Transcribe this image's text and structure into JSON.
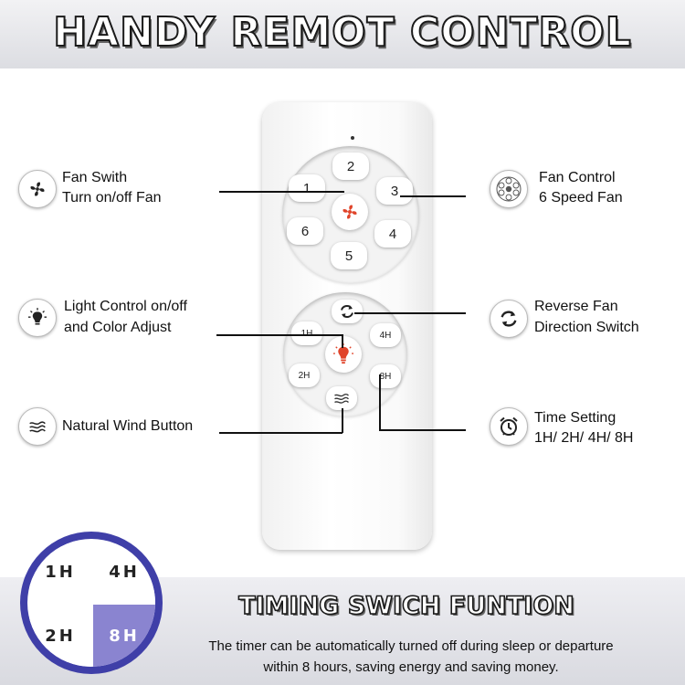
{
  "title": "HANDY REMOT CONTROL",
  "remote": {
    "fan_pad": {
      "buttons": [
        "2",
        "3",
        "4",
        "5",
        "6",
        "1"
      ],
      "center_icon": "fan-icon"
    },
    "light_pad": {
      "top_icon": "reverse-arrows-icon",
      "left_top": "1H",
      "right_top": "4H",
      "left_bottom": "2H",
      "right_bottom": "8H",
      "center_icon": "bulb-icon",
      "bottom_icon": "wind-icon"
    }
  },
  "callouts": {
    "fan_switch": {
      "line1": "Fan Swith",
      "line2": "Turn on/off Fan",
      "icon": "fan-icon"
    },
    "fan_control": {
      "line1": "Fan Control",
      "line2": "6 Speed Fan",
      "icon": "dial-icon"
    },
    "light_control": {
      "line1": "Light Control on/off",
      "line2": "and Color Adjust",
      "icon": "bulb-icon"
    },
    "reverse_fan": {
      "line1": "Reverse Fan",
      "line2": "Direction Switch",
      "icon": "reverse-arrows-icon"
    },
    "natural_wind": {
      "line1": "Natural Wind Button",
      "icon": "wind-icon"
    },
    "time_setting": {
      "line1": "Time Setting",
      "line2": "1H/ 2H/ 4H/ 8H",
      "icon": "alarm-clock-icon"
    }
  },
  "timing": {
    "title": "TIMING SWICH FUNTION",
    "description_line1": "The timer can be automatically turned off during sleep or departure",
    "description_line2": "within 8 hours, saving energy and saving money.",
    "badge": {
      "top_left": "1H",
      "top_right": "4H",
      "bottom_left": "2H",
      "bottom_right": "8H",
      "active": "8H"
    }
  },
  "colors": {
    "accent_red": "#e0442a",
    "badge_purple": "#3f3fa8",
    "badge_active": "#8a84d0"
  }
}
